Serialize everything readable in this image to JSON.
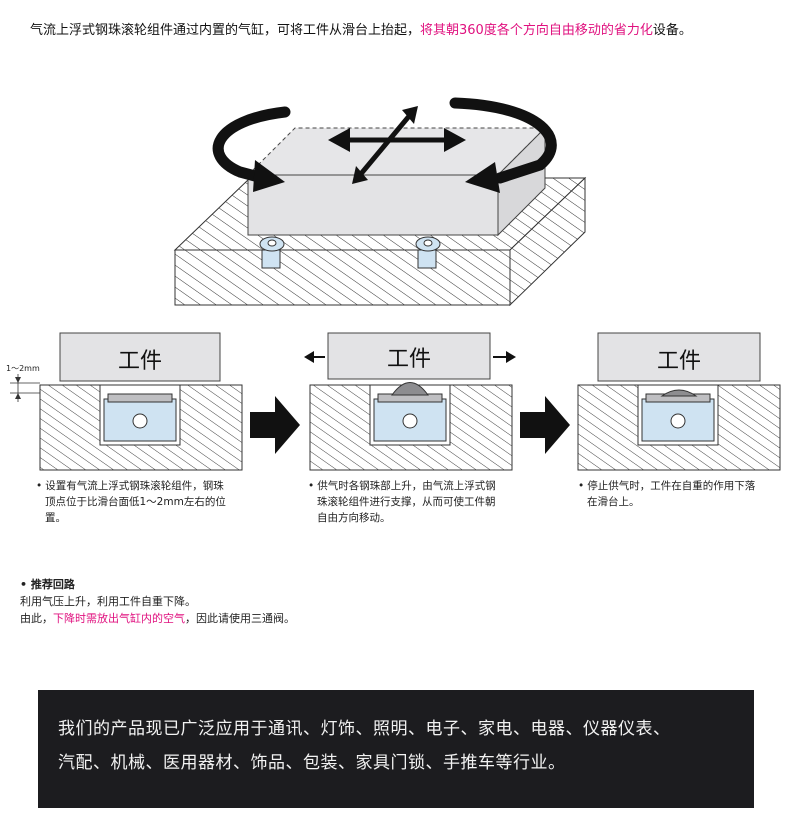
{
  "intro": {
    "text_before": "气流上浮式钢珠滚轮组件通过内置的气缸，可将工件从滑台上抬起，",
    "text_highlight": "将其朝360度各个方向自由移动的省力化",
    "text_after": "设备。",
    "highlight_color": "#e0117f"
  },
  "steps": [
    {
      "workpiece_label": "工件",
      "caption_lines": [
        "设置有气流上浮式钢珠滚轮组件，钢珠",
        "顶点位于比滑台面低1～2mm左右的位",
        "置。"
      ]
    },
    {
      "workpiece_label": "工件",
      "caption_lines": [
        "供气时各钢珠部上升，由气流上浮式钢",
        "珠滚轮组件进行支撑，从而可使工件朝",
        "自由方向移动。"
      ]
    },
    {
      "workpiece_label": "工件",
      "caption_lines": [
        "停止供气时，工件在自重的作用下落",
        "在滑台上。"
      ]
    }
  ],
  "gap_label": "1～2mm",
  "recommend": {
    "title": "推荐回路",
    "line1": "利用气压上升，利用工件自重下降。",
    "line2_before": "由此，",
    "line2_highlight": "下降时需放出气缸内的空气",
    "line2_after": "，因此请使用三通阀。"
  },
  "banner": {
    "line1": "我们的产品现已广泛应用于通讯、灯饰、照明、电子、家电、电器、仪器仪表、",
    "line2": "汽配、机械、医用器材、饰品、包装、家具门锁、手推车等行业。"
  },
  "colors": {
    "cylinder_fill": "#cfe3f2",
    "workpiece_fill": "#e3e3e5",
    "banner_bg": "#1c1c1f"
  }
}
